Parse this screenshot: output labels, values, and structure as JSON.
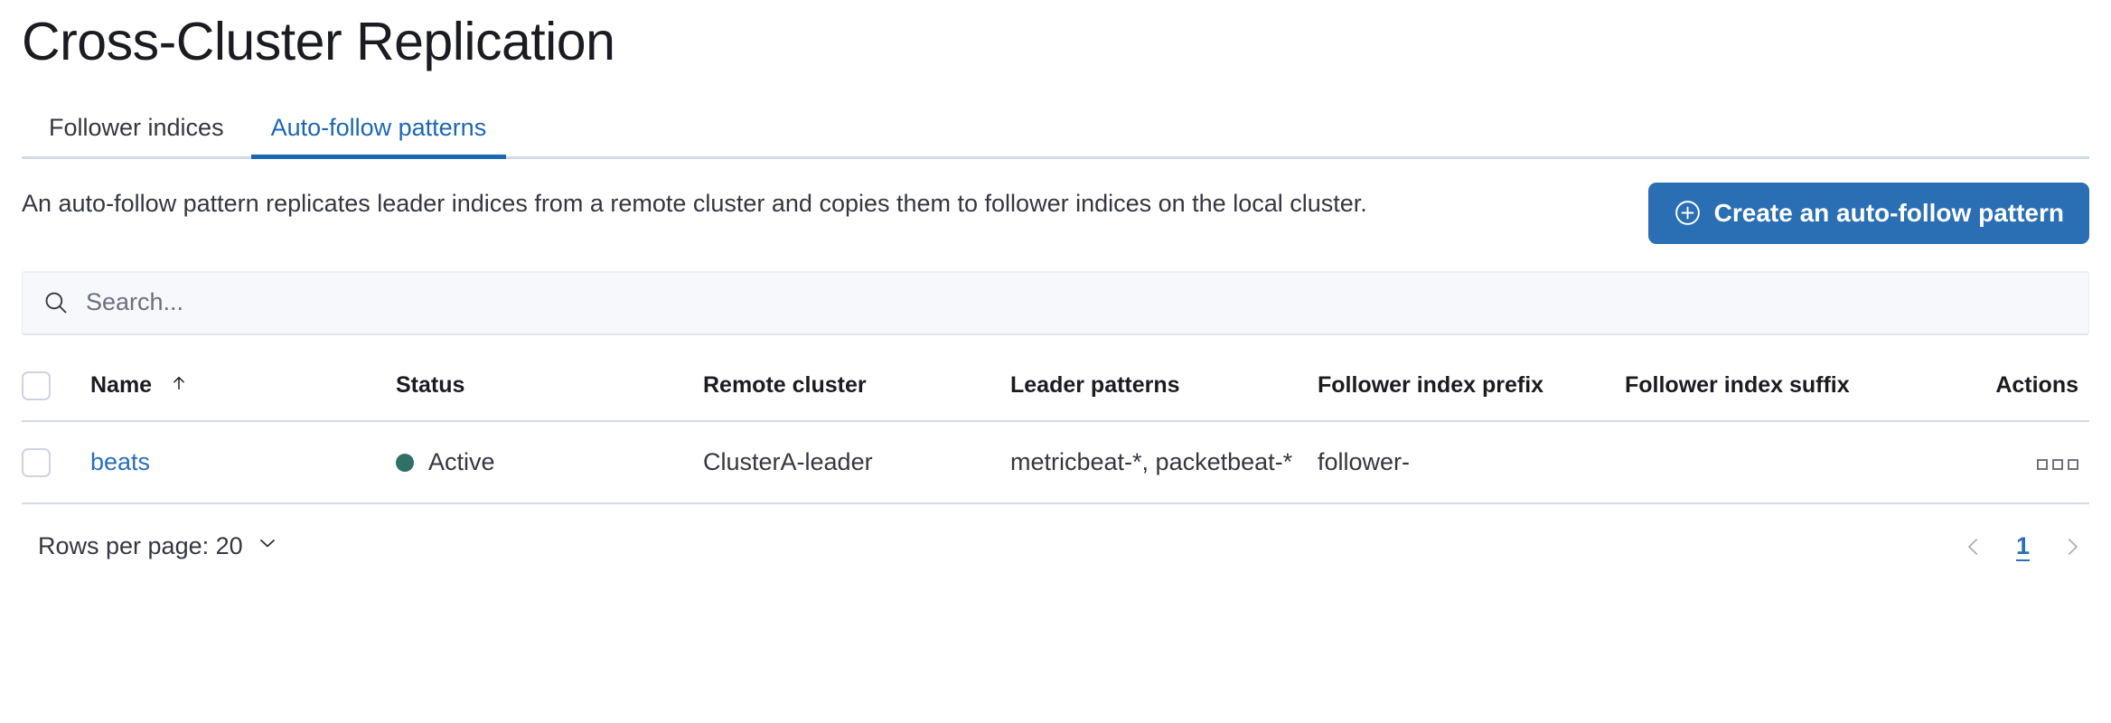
{
  "page": {
    "title": "Cross-Cluster Replication"
  },
  "tabs": [
    {
      "label": "Follower indices",
      "active": false
    },
    {
      "label": "Auto-follow patterns",
      "active": true
    }
  ],
  "intro": {
    "description": "An auto-follow pattern replicates leader indices from a remote cluster and copies them to follower indices on the local cluster.",
    "create_button_label": "Create an auto-follow pattern",
    "create_button_icon": "plus-in-circle-icon",
    "create_button_color": "#2a6fb4"
  },
  "search": {
    "placeholder": "Search...",
    "value": "",
    "icon": "search-icon"
  },
  "table": {
    "columns": [
      "Name",
      "Status",
      "Remote cluster",
      "Leader patterns",
      "Follower index prefix",
      "Follower index suffix",
      "Actions"
    ],
    "sort": {
      "column": "Name",
      "direction": "asc",
      "icon": "arrow-up-icon"
    },
    "rows": [
      {
        "selected": false,
        "name": "beats",
        "status": "Active",
        "status_color": "#2f7165",
        "remote_cluster": "ClusterA-leader",
        "leader_patterns": "metricbeat-*, packetbeat-*",
        "follower_index_prefix": "follower-",
        "follower_index_suffix": "",
        "actions_icon": "overflow-dots-icon"
      }
    ]
  },
  "footer": {
    "rows_per_page_label": "Rows per page: 20",
    "rows_per_page_value": "20",
    "pagination": {
      "prev_icon": "chevron-left-icon",
      "next_icon": "chevron-right-icon",
      "current_page": "1"
    }
  }
}
